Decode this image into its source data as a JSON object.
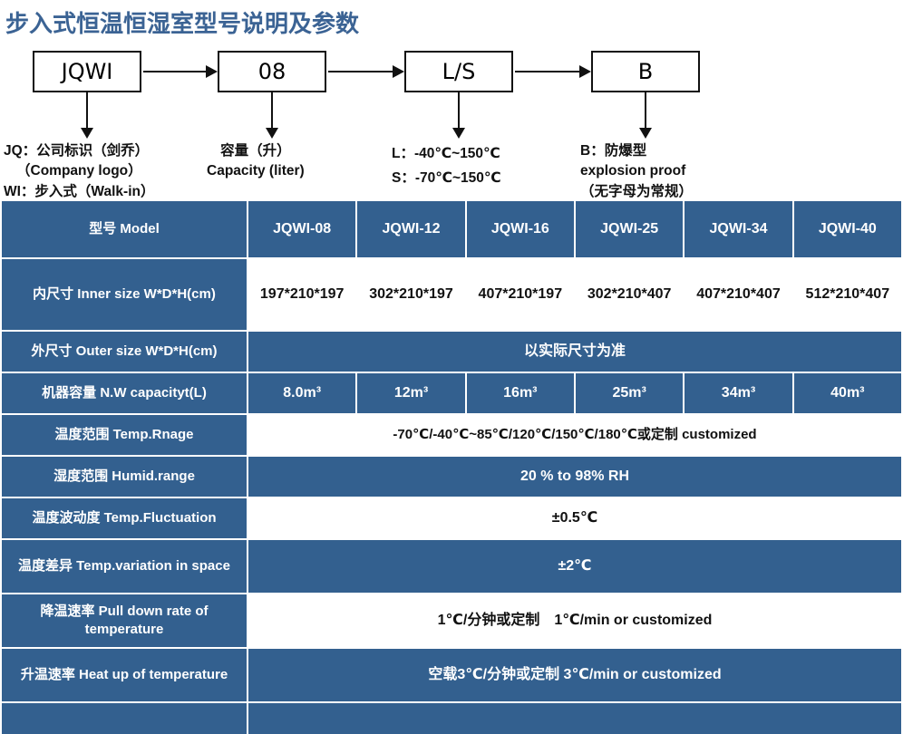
{
  "page": {
    "title": "步入式恒温恒湿室型号说明及参数",
    "title_color": "#3b6394",
    "table_blue": "#33608f"
  },
  "diagram": {
    "boxes": [
      {
        "label": "JQWI"
      },
      {
        "label": "08"
      },
      {
        "label": "L/S"
      },
      {
        "label": "B"
      }
    ],
    "captions": [
      {
        "line1": "JQ：公司标识（剑乔）",
        "line2": "（Company logo）",
        "line3": "WI：步入式（Walk-in）"
      },
      {
        "line1": "容量（升）",
        "line2": "Capacity (liter)",
        "line3": ""
      },
      {
        "line1": "L：-40℃~150℃",
        "line2": "S：-70℃~150℃",
        "line3": ""
      },
      {
        "line1": "B：防爆型",
        "line2": "explosion proof",
        "line3": "（无字母为常规）"
      }
    ]
  },
  "table": {
    "header": {
      "label": "型号 Model",
      "models": [
        "JQWI-08",
        "JQWI-12",
        "JQWI-16",
        "JQWI-25",
        "JQWI-34",
        "JQWI-40"
      ]
    },
    "rows": [
      {
        "label": "内尺寸 Inner size W*D*H(cm)",
        "type": "cells",
        "fill": "white",
        "values": [
          "197*210*197",
          "302*210*197",
          "407*210*197",
          "302*210*407",
          "407*210*407",
          "512*210*407"
        ]
      },
      {
        "label": "外尺寸 Outer size W*D*H(cm)",
        "type": "merged",
        "fill": "blue",
        "value": "以实际尺寸为准"
      },
      {
        "label": "机器容量 N.W capacityt(L)",
        "type": "cells",
        "fill": "blue",
        "values": [
          "8.0m³",
          "12m³",
          "16m³",
          "25m³",
          "34m³",
          "40m³"
        ]
      },
      {
        "label": "温度范围 Temp.Rnage",
        "type": "merged",
        "fill": "white",
        "value": "-70℃/-40℃~85℃/120℃/150℃/180℃或定制 customized"
      },
      {
        "label": "湿度范围 Humid.range",
        "type": "merged",
        "fill": "blue",
        "value": "20 % to 98% RH"
      },
      {
        "label": "温度波动度 Temp.Fluctuation",
        "type": "merged",
        "fill": "white",
        "value": "±0.5℃"
      },
      {
        "label": "温度差异 Temp.variation in space",
        "type": "merged",
        "fill": "blue",
        "value": "±2℃"
      },
      {
        "label": "降温速率 Pull down rate of temperature",
        "type": "merged",
        "fill": "white",
        "value": "1℃/分钟或定制　1℃/min or customized"
      },
      {
        "label": "升温速率 Heat up of temperature",
        "type": "merged",
        "fill": "blue",
        "value": "空载3℃/分钟或定制 3℃/min or customized"
      },
      {
        "label": "",
        "type": "merged",
        "fill": "blue",
        "value": ""
      }
    ]
  }
}
